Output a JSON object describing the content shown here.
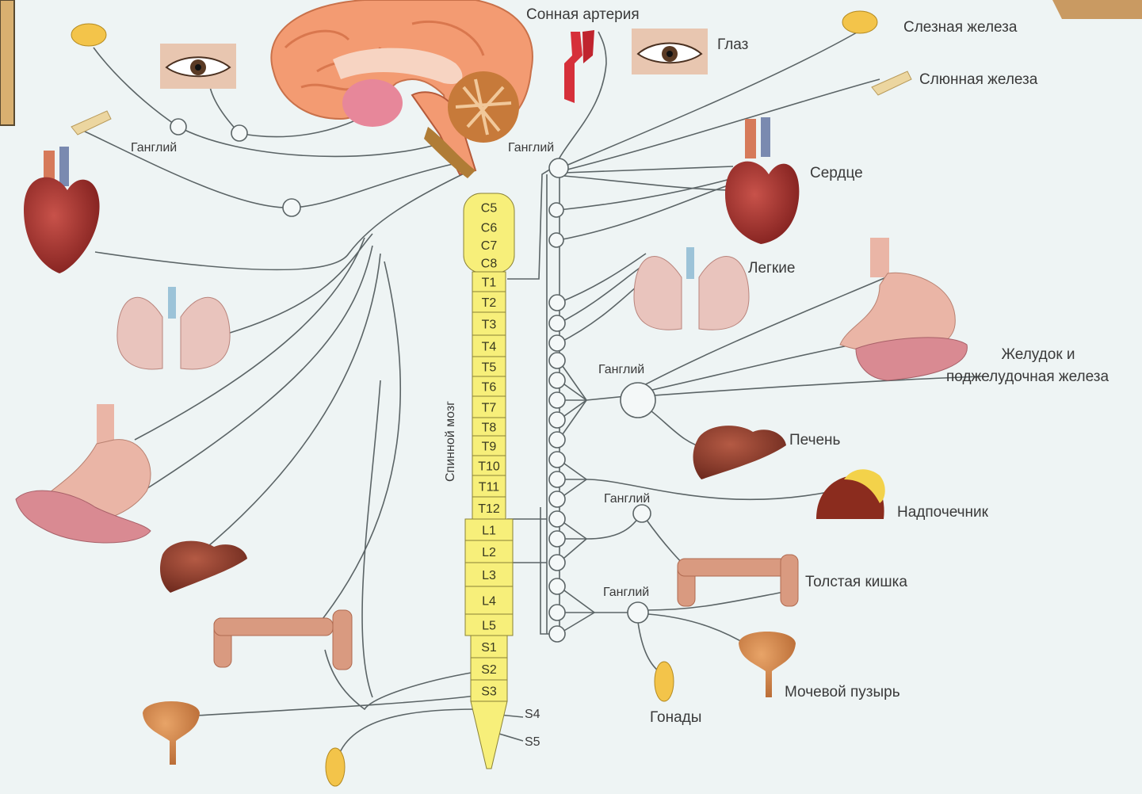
{
  "labels": {
    "carotid": "Сонная артерия",
    "eye": "Глаз",
    "lacrimal": "Слезная железа",
    "salivary": "Слюнная железа",
    "heart": "Сердце",
    "lungs": "Легкие",
    "stomach_line1": "Желудок и",
    "stomach_line2": "поджелудочная железа",
    "liver": "Печень",
    "adrenal": "Надпочечник",
    "colon": "Толстая кишка",
    "bladder": "Мочевой пузырь",
    "gonads": "Гонады",
    "spinal_cord": "Спинной мозг",
    "ganglion": "Ганглий"
  },
  "spine_segments": [
    "C5",
    "C6",
    "C7",
    "C8",
    "T1",
    "T2",
    "T3",
    "T4",
    "T5",
    "T6",
    "T7",
    "T8",
    "T9",
    "T10",
    "T11",
    "T12",
    "L1",
    "L2",
    "L3",
    "L4",
    "L5",
    "S1",
    "S2",
    "S3"
  ],
  "sacral_tail": [
    "S4",
    "S5"
  ],
  "colors": {
    "background": "#eef4f4",
    "spine_fill": "#f7ef7a",
    "spine_stroke": "#8a8236",
    "nerve": "#5b6466",
    "heart": "#a8322e",
    "lung": "#e9c4bd",
    "stomach": "#eab5a6",
    "pancreas": "#d98a92",
    "liver": "#8e3a2a",
    "colon": "#d99a80",
    "bladder": "#d08a50",
    "gland": "#f3c44a",
    "brain": "#f39b72"
  }
}
